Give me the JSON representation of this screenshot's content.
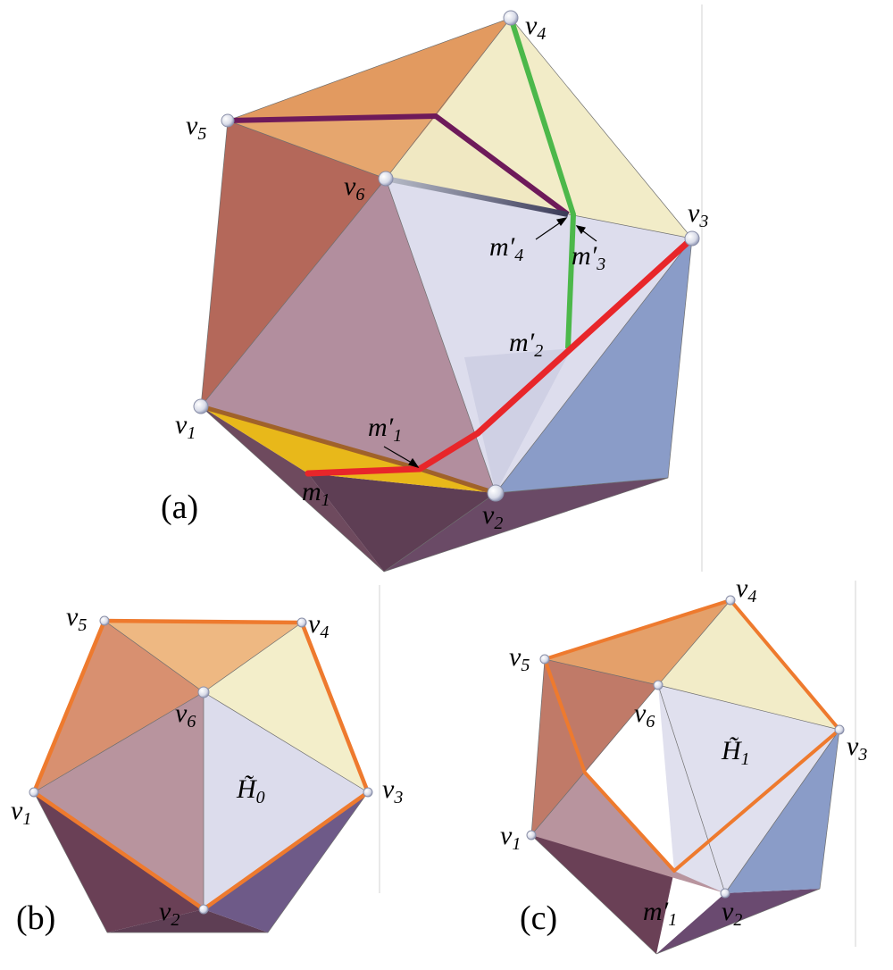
{
  "panels": {
    "a": {
      "letter": "(a)",
      "labels": {
        "v1": "v",
        "v1_sub": "1",
        "v2": "v",
        "v2_sub": "2",
        "v3": "v",
        "v3_sub": "3",
        "v4": "v",
        "v4_sub": "4",
        "v5": "v",
        "v5_sub": "5",
        "v6": "v",
        "v6_sub": "6",
        "m1": "m",
        "m1_sub": "1",
        "mp1": "m′",
        "mp1_sub": "1",
        "mp2": "m′",
        "mp2_sub": "2",
        "mp3": "m′",
        "mp3_sub": "3",
        "mp4": "m′",
        "mp4_sub": "4"
      }
    },
    "b": {
      "letter": "(b)",
      "face_label": "H̃",
      "face_sub": "0",
      "labels": {
        "v1": "v",
        "v1_sub": "1",
        "v2": "v",
        "v2_sub": "2",
        "v3": "v",
        "v3_sub": "3",
        "v4": "v",
        "v4_sub": "4",
        "v5": "v",
        "v5_sub": "5",
        "v6": "v",
        "v6_sub": "6"
      }
    },
    "c": {
      "letter": "(c)",
      "face_label": "H̃",
      "face_sub": "1",
      "labels": {
        "v1": "v",
        "v1_sub": "1",
        "v2": "v",
        "v2_sub": "2",
        "v3": "v",
        "v3_sub": "3",
        "v4": "v",
        "v4_sub": "4",
        "v5": "v",
        "v5_sub": "5",
        "v6": "v",
        "v6_sub": "6",
        "mp1": "m′",
        "mp1_sub": "1"
      }
    }
  },
  "colors": {
    "face_orange": "#e4a06a",
    "face_cream": "#f1ebc8",
    "face_brick": "#b56a5e",
    "face_mauve": "#b4909e",
    "face_lavender": "#dcdcec",
    "face_blue": "#8da0cc",
    "face_plum": "#6e4a5e",
    "face_yellow": "#e8b81a",
    "path_red": "#e8262a",
    "path_green": "#4cb84a",
    "path_purple": "#6e1a5a",
    "path_orange": "#ee7a2e"
  }
}
